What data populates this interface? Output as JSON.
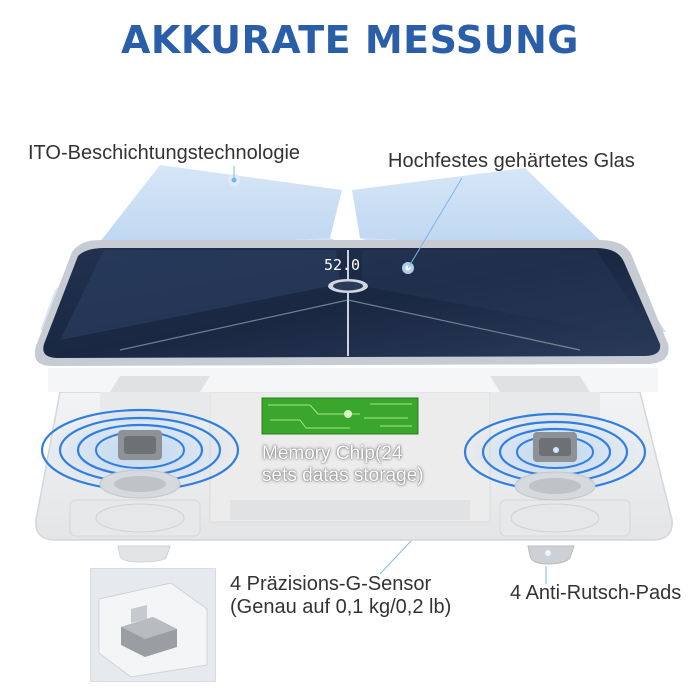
{
  "header": {
    "title": "AKKURATE MESSUNG"
  },
  "labels": {
    "ito": "ITO-Beschichtungstechnologie",
    "glass": "Hochfestes gehärtetes Glas",
    "chip_line1": "Memory Chip(24",
    "chip_line2": "sets datas storage)",
    "sensor_line1": "4 Präzisions-G-Sensor",
    "sensor_line2": "(Genau auf 0,1 kg/0,2 lb)",
    "pads": "4 Anti-Rutsch-Pads"
  },
  "scale": {
    "display": "52.0"
  },
  "colors": {
    "title": "#2b5ea8",
    "glass_panel": "#1b2a45",
    "layer_tint": "#b8d3ef",
    "sensor_ring": "#2f7fe0",
    "chip": "#35b52a",
    "leader": "#7fb5ea"
  },
  "icons": {
    "chip": "circuit-board-icon",
    "sensor_waves": "radio-waves-icon",
    "pad": "rubber-pad-icon"
  }
}
